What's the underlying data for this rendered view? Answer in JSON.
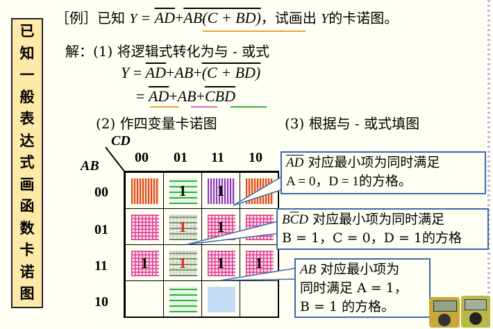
{
  "side_title": [
    "已",
    "知",
    "一",
    "般",
    "表",
    "达",
    "式",
    "画",
    "函",
    "数",
    "卡",
    "诺",
    "图"
  ],
  "example": {
    "tag": "［例］",
    "prefix": "已知",
    "Y": "Y",
    "eq": "=",
    "t1": "AD",
    "plus": "+",
    "ab": "AB",
    "paren": "(C + ",
    "bd": "BD",
    "close": ")",
    "suffix": "，试画出",
    "Y2": "Y",
    "suffix2": "的卡诺图。"
  },
  "solution": {
    "step1": "解：(1) 将逻辑式转化为与 - 或式",
    "line1": {
      "y": "Y",
      "eq": "=",
      "ad": "AD",
      "p1": "+",
      "ab": "AB",
      "p2": "+",
      "open": "(C + ",
      "bd": "BD",
      "close": ")"
    },
    "line2": {
      "eq": "=",
      "ad": "AD",
      "p1": "+",
      "ab": "AB",
      "p2": "+",
      "cbd": "CBD"
    },
    "step2": "(2) 作四变量卡诺图",
    "step3": "(3) 根据与 - 或式填图"
  },
  "kmap": {
    "cd_label": "CD",
    "ab_label": "AB",
    "cols": [
      "00",
      "01",
      "11",
      "10"
    ],
    "rows": [
      "00",
      "01",
      "11",
      "10"
    ],
    "cells": [
      [
        {
          "p": "red",
          "v": ""
        },
        {
          "p": "green",
          "v": "1"
        },
        {
          "p": "purple",
          "v": "1"
        },
        {
          "p": "red",
          "v": ""
        }
      ],
      [
        {
          "p": "mag",
          "v": ""
        },
        {
          "p": "mag-green",
          "v": "1"
        },
        {
          "p": "mag",
          "v": "1"
        },
        {
          "p": "mag",
          "v": ""
        }
      ],
      [
        {
          "p": "mag",
          "v": "1"
        },
        {
          "p": "mag-green",
          "v": "1"
        },
        {
          "p": "mag",
          "v": "1"
        },
        {
          "p": "mag",
          "v": "1"
        }
      ],
      [
        {
          "p": "none",
          "v": ""
        },
        {
          "p": "green",
          "v": ""
        },
        {
          "p": "blue",
          "v": ""
        },
        {
          "p": "none",
          "v": ""
        }
      ]
    ]
  },
  "callouts": {
    "c1": {
      "term": "AD",
      "l1": " 对应最小项为同时满足",
      "l2": "A = 0，D = 1的方格。"
    },
    "c2": {
      "term1": "B",
      "term2": "C",
      "term3": "D",
      "l1": " 对应最小项为同时满足",
      "l2": "B = 1，C = 0，D = 1的方格"
    },
    "c3": {
      "term": "AB",
      "l1": " 对应最小项为",
      "l2": "同时满足 A = 1，",
      "l3": "B = 1 的方格。"
    }
  },
  "colors": {
    "side_bg": "#fde9a8",
    "callout_border": "#3a68b0",
    "orange_line": "#e8a33a",
    "pink_line": "#e066c8",
    "green_line": "#34b03c"
  }
}
